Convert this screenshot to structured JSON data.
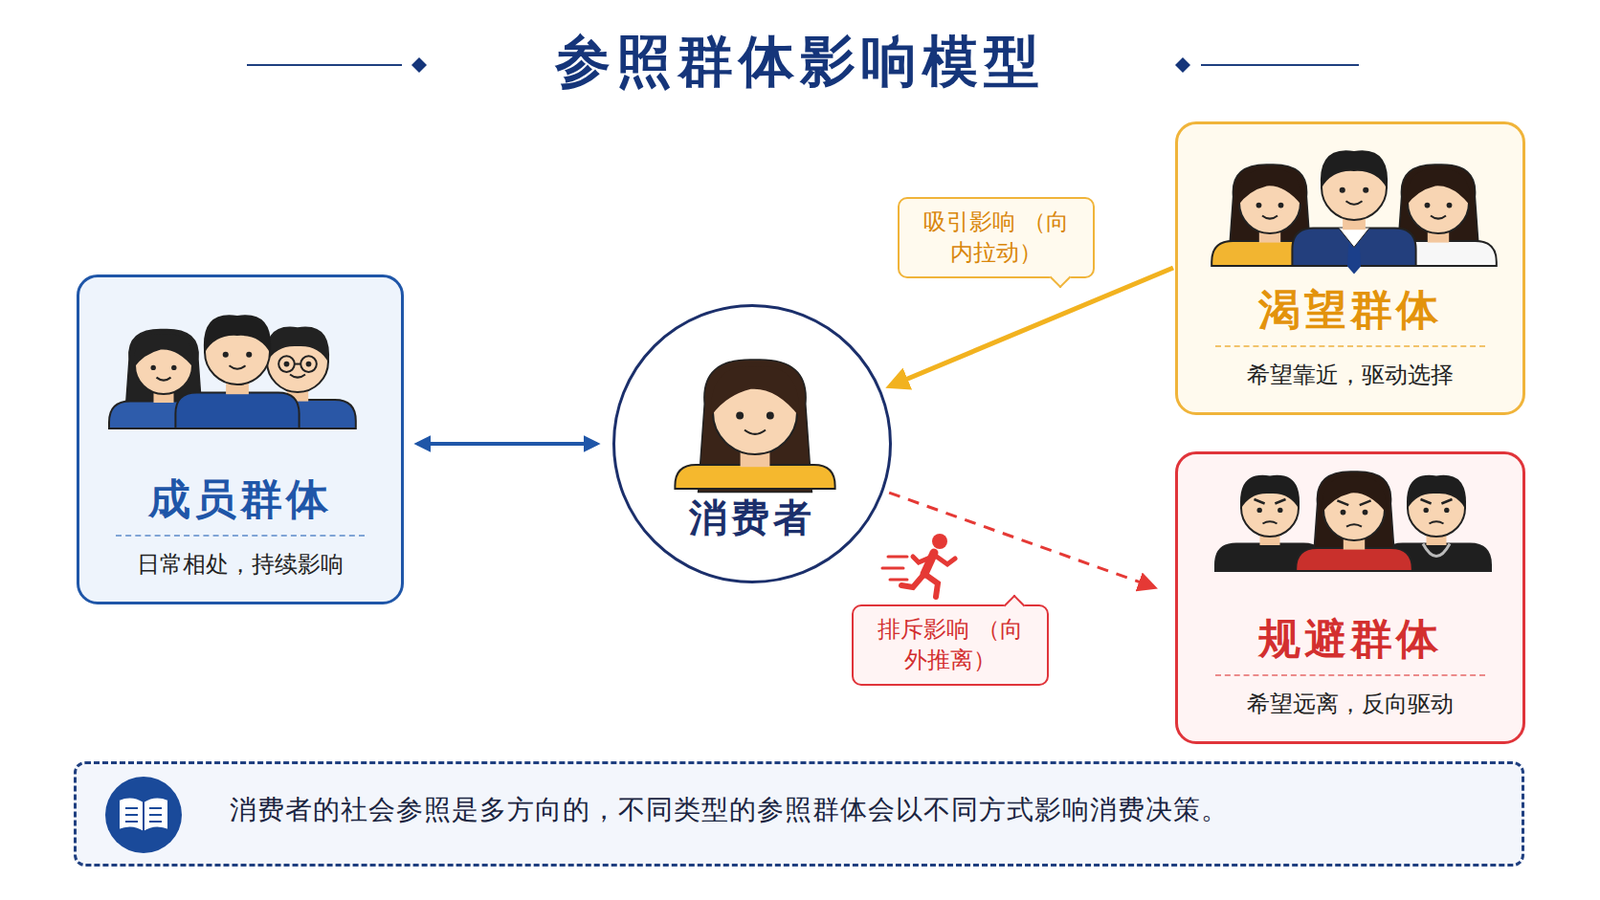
{
  "diagram": {
    "title": "参照群体影响模型",
    "caption": "消费者的社会参照是多方向的，不同类型的参照群体会以不同方式影响消费决策。",
    "nodes": [
      {
        "text": [
          "成员群体",
          "日常相处，持续影响"
        ]
      },
      {
        "text": [
          "消费者"
        ]
      },
      {
        "text": [
          "渴望群体",
          "希望靠近，驱动选择"
        ]
      },
      {
        "text": [
          "规避群体",
          "希望远离，反向驱动"
        ]
      }
    ],
    "edges": [
      {
        "from": 0,
        "to": 1,
        "arrow": "both"
      },
      {
        "from": 2,
        "to": 1,
        "arrow": "to",
        "label": "吸引影响 （向内拉动）"
      },
      {
        "from": 1,
        "to": 3,
        "arrow": "to",
        "label": "排斥影响 （向外推离）"
      }
    ]
  }
}
